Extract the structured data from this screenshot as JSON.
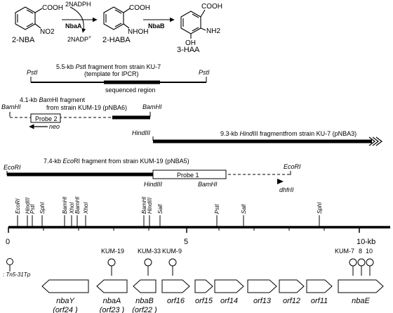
{
  "pathway": {
    "compounds": [
      {
        "name": "2-NBA",
        "sub": "NO2",
        "group": "COOH"
      },
      {
        "name": "2-HABA",
        "sub": "NHOH",
        "group": "COOH"
      },
      {
        "name": "3-HAA",
        "sub": "NH2",
        "sub2": "OH",
        "group": "COOH"
      }
    ],
    "enzyme1": "NbaA",
    "enzyme2": "NbaB",
    "cofactor_in": "2NADPH",
    "cofactor_out": "2NADP",
    "cofactor_out_sup": "+"
  },
  "fragments": {
    "pst": {
      "prefix": "5.5-kb ",
      "enzyme": "Pst",
      "enzyme_i": "I",
      "suffix": " fragment from strain KU-7",
      "line2": "(template for  IPCR)",
      "left": "PstI",
      "right": "PstI",
      "region": "sequenced region"
    },
    "bam": {
      "line1_prefix": "4.1-kb ",
      "line1_enzyme": "Bam",
      "line1_enzyme_b": "HI",
      "line1_suffix": " fragment",
      "line2": "from strain KUM-19  (pNBA6)",
      "left": "BamHI",
      "right": "BamHI",
      "probe": "Probe 2",
      "marker": "neo"
    },
    "hind": {
      "site": "HindIII",
      "label_prefix": "9.3-kb ",
      "label_enzyme": "Hind",
      "label_enzyme_b": "III",
      "label_suffix": " fragmentfrom strain KU-7 (pNBA3)"
    },
    "eco": {
      "label_prefix": "7.4-kb ",
      "label_enzyme": "Eco",
      "label_enzyme_b": "RI",
      "label_suffix": " fragment from strain KUM-19 (pNBA5)",
      "left": "EcoRI",
      "right": "EcoRI",
      "probe": "Probe 1",
      "probe_left": "HindIII",
      "probe_right": "BamHI",
      "marker": "dhfrII"
    }
  },
  "map": {
    "sites": [
      "EcoRI",
      "HindIII",
      "PstI",
      "SphI",
      "BamHI",
      "XhoI",
      "BamHI",
      "XhoI",
      "BamHI",
      "HindIII",
      "SalI",
      "PstI",
      "SalI",
      "SphI"
    ],
    "ticks": [
      "0",
      "5",
      "10"
    ],
    "unit": "-kb"
  },
  "transposon": {
    "label": "Tn5-31Tp",
    "colon": ": "
  },
  "insertions": [
    "KUM-19",
    "KUM-33",
    "KUM-9",
    "KUM-7",
    "8",
    "10"
  ],
  "genes": [
    {
      "name": "nbaY",
      "alt": "(orf24 )"
    },
    {
      "name": "nbaA",
      "alt": "(orf23 )"
    },
    {
      "name": "nbaB",
      "alt": "(orf22 )"
    },
    {
      "name": "orf16",
      "alt": ""
    },
    {
      "name": "orf15",
      "alt": ""
    },
    {
      "name": "orf14",
      "alt": ""
    },
    {
      "name": "orf13",
      "alt": ""
    },
    {
      "name": "orf12",
      "alt": ""
    },
    {
      "name": "orf11",
      "alt": ""
    },
    {
      "name": "nbaE",
      "alt": ""
    }
  ]
}
